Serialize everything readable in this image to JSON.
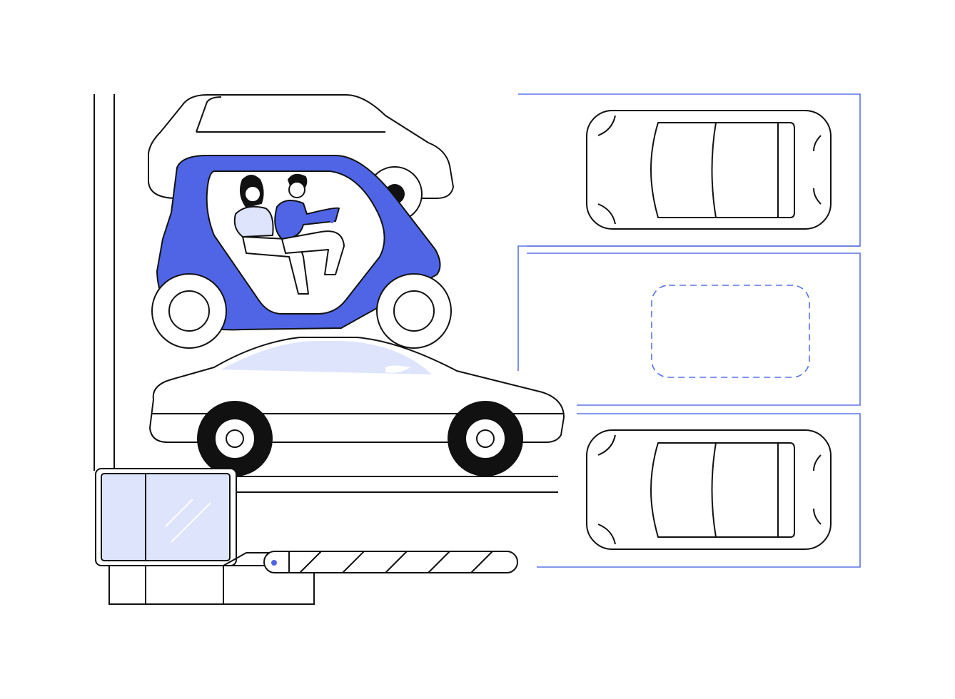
{
  "scene": {
    "alt": "",
    "colors": {
      "line": "#111111",
      "accent": "#4F65E6",
      "accent_light": "#DDE4FB",
      "frame_blue": "#5B73E8",
      "background": "#FFFFFF"
    },
    "parking": {
      "slots": 3,
      "occupied": [
        true,
        false,
        true
      ]
    },
    "icons": [
      "multilevel-parking-rack",
      "microcar-with-passengers",
      "sedan",
      "barrier-gate",
      "ticket-booth",
      "top-view-car",
      "empty-parking-spot"
    ]
  }
}
